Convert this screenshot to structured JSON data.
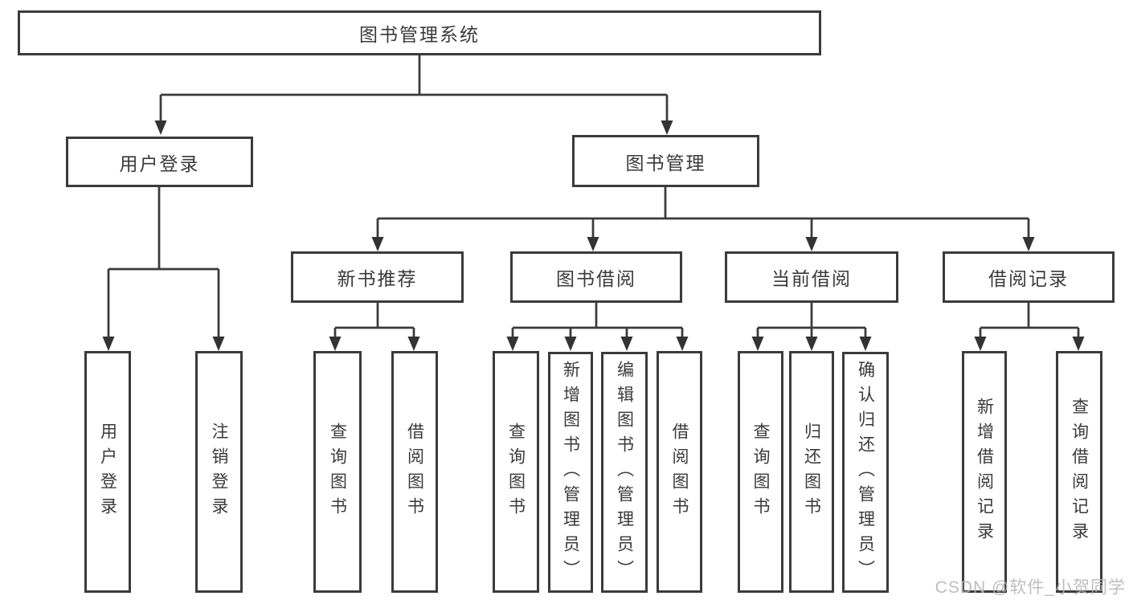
{
  "nodes": {
    "root": "图书管理系统",
    "user_login": "用户登录",
    "book_mgmt": "图书管理",
    "new_book_rec": "新书推荐",
    "book_borrow": "图书借阅",
    "current_borrow": "当前借阅",
    "borrow_records": "借阅记录",
    "leaf_user_login": "用户登录",
    "leaf_logout": "注销登录",
    "leaf_query_books_rec": "查询图书",
    "leaf_borrow_books_rec": "借阅图书",
    "leaf_query_books_borrow": "查询图书",
    "leaf_add_book_admin": "新增图书（管理员）",
    "leaf_edit_book_admin": "编辑图书（管理员）",
    "leaf_borrow_books_borrow": "借阅图书",
    "leaf_query_books_current": "查询图书",
    "leaf_return_books": "归还图书",
    "leaf_confirm_return_admin": "确认归还（管理员）",
    "leaf_add_borrow_record": "新增借阅记录",
    "leaf_query_borrow_record": "查询借阅记录"
  },
  "watermark": "CSDN @软件_小贺同学",
  "colors": {
    "line": "#3b3b3b",
    "text": "#3a3a3a",
    "box_background": "#ffffff",
    "watermark": "#b6b6b6",
    "page_background": "#ffffff"
  }
}
